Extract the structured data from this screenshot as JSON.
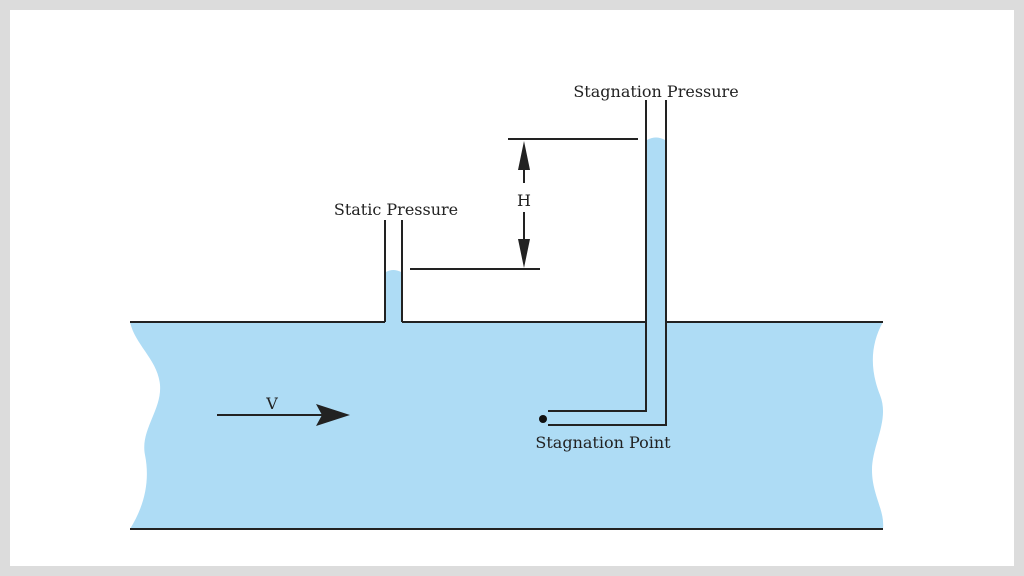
{
  "labels": {
    "stagnation_pressure": "Stagnation Pressure",
    "static_pressure": "Static Pressure",
    "height": "H",
    "velocity": "V",
    "stagnation_point": "Stagnation Point"
  },
  "colors": {
    "fluid": "#aedcf5",
    "line": "#222222",
    "background": "#dcdcdc"
  }
}
